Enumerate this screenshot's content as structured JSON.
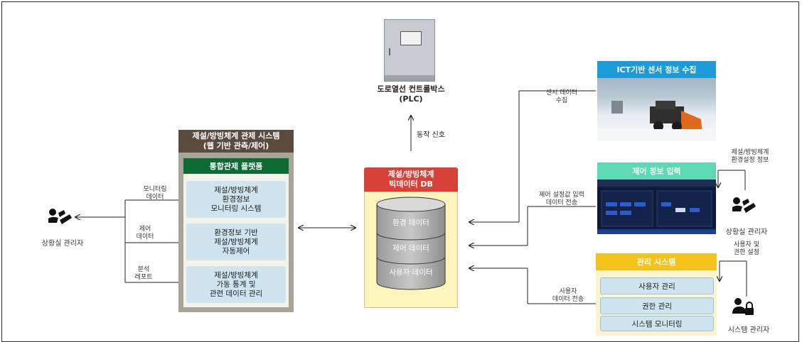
{
  "plc": {
    "label_line1": "도로열선 컨트롤박스",
    "label_line2": "(PLC)",
    "signal": "동작 신호"
  },
  "control_system": {
    "title_line1": "제설/방빙체계 관제 시스템",
    "title_line2": "(웹 기반 관측/제어)",
    "platform_title": "통합관제 플랫폼",
    "items": [
      {
        "lines": [
          "제설/방빙체계",
          "환경정보",
          "모니터링 시스템"
        ]
      },
      {
        "lines": [
          "환경정보 기반",
          "제설/방빙체계",
          "자동제어"
        ]
      },
      {
        "lines": [
          "제설/방빙체계",
          "가동 통계 및",
          "관련 데이터 관리"
        ]
      }
    ]
  },
  "left_labels": [
    {
      "line1": "모니터링",
      "line2": "데이터"
    },
    {
      "line1": "제어",
      "line2": "데이터"
    },
    {
      "line1": "분석",
      "line2": "레포트"
    }
  ],
  "left_user": {
    "label": "상황실 관리자"
  },
  "db": {
    "title_line1": "제설/방빙체계",
    "title_line2": "빅데이터 DB",
    "layers": [
      "환경 데이터",
      "제어 데이터",
      "사용자 데이터"
    ]
  },
  "sensor": {
    "title": "ICT기반 센서 정보 수집",
    "link_line1": "센서 데이터",
    "link_line2": "수집"
  },
  "control_input": {
    "title": "제어 정보 입력",
    "link_line1": "제어 설정값 입력",
    "link_line2": "데이터 전송",
    "user_note_line1": "제설/방빙체계",
    "user_note_line2": "환경설정 정보",
    "user": "상황실 관리자"
  },
  "management": {
    "title": "관리 시스템",
    "items": [
      "사용자 관리",
      "권한 관리",
      "시스템 모니터링"
    ],
    "link_line1": "사용자",
    "link_line2": "데이터 전송",
    "user_note_line1": "사용자 및",
    "user_note_line2": "권한 설정",
    "user": "시스템 관리자"
  },
  "colors": {
    "brown": "#5b4a3e",
    "green": "#0b6b32",
    "red": "#d8413a",
    "teal": "#5cd9b5",
    "yellow": "#f5c21b",
    "db_yellow": "#fbf5bd",
    "item_blue": "#cfe4ef"
  }
}
